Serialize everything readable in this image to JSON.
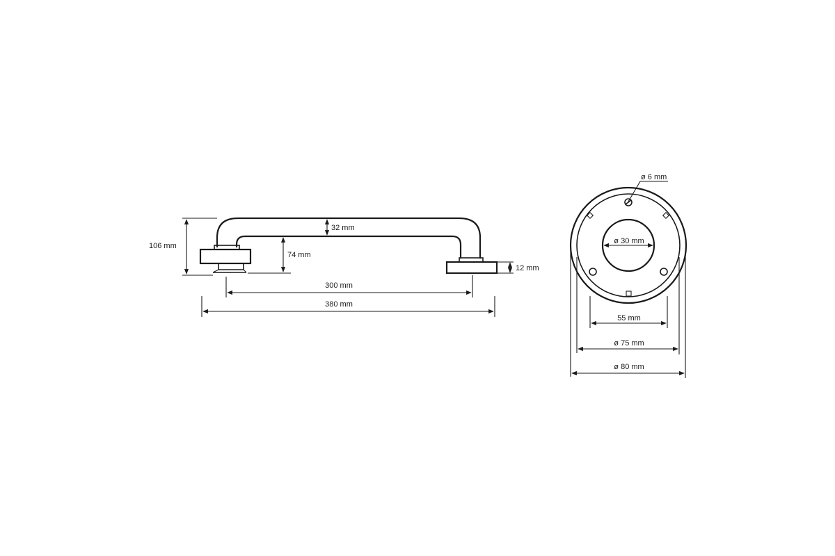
{
  "side_view": {
    "total_height": "106 mm",
    "tube_diameter": "32 mm",
    "inner_height": "74 mm",
    "base_thickness": "12 mm",
    "center_distance": "300 mm",
    "overall_length": "380 mm"
  },
  "front_view": {
    "screw_hole": "ø 6 mm",
    "tube_opening": "ø 30 mm",
    "hole_spacing": "55 mm",
    "inner_diameter": "ø 75 mm",
    "outer_diameter": "ø 80 mm"
  }
}
